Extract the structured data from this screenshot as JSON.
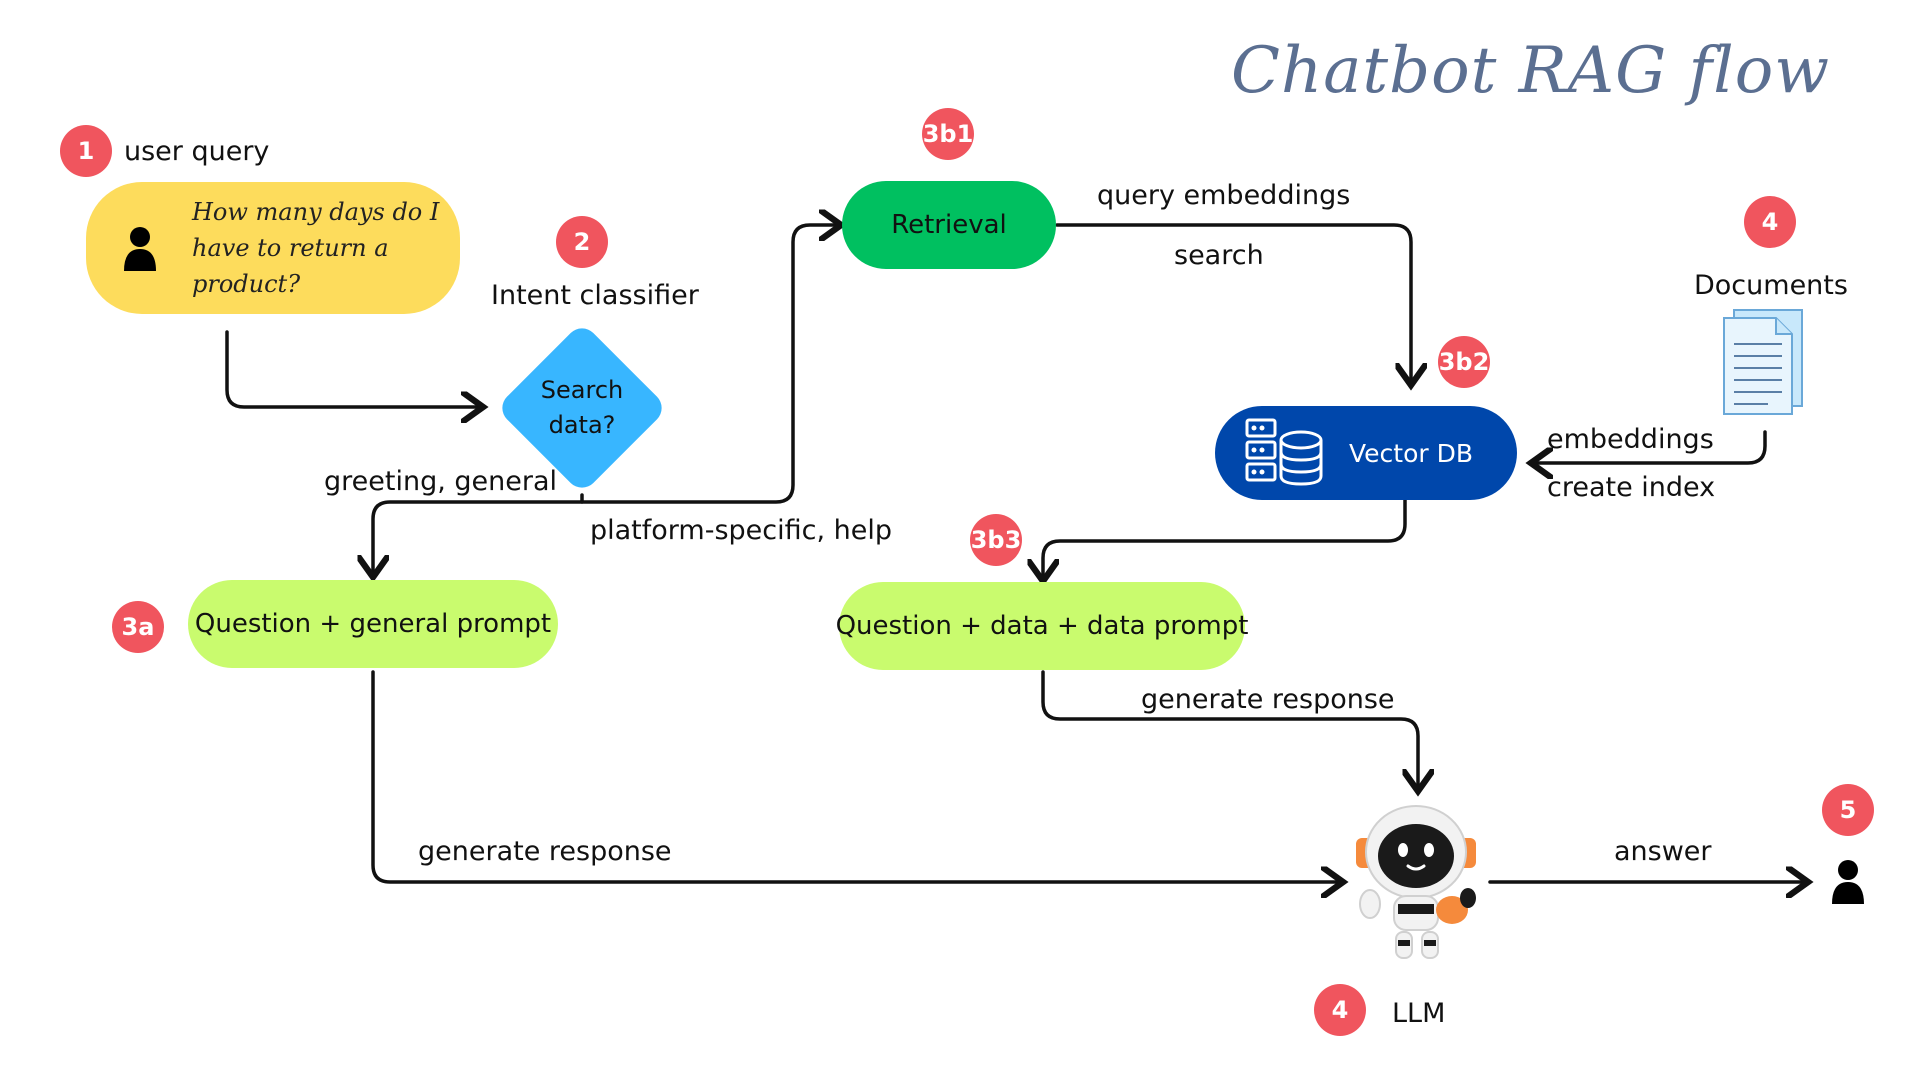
{
  "title": "Chatbot RAG flow",
  "badges": {
    "b1": "1",
    "b2": "2",
    "b3a": "3a",
    "b3b1": "3b1",
    "b3b2": "3b2",
    "b3b3": "3b3",
    "b4_docs": "4",
    "b4_llm": "4",
    "b5": "5"
  },
  "user_query_label": "user query",
  "query_lines": [
    "How many days do I",
    "have to return a",
    "product?"
  ],
  "intent_classifier_label": "Intent classifier",
  "decision_lines": [
    "Search",
    "data?"
  ],
  "retrieval_label": "Retrieval",
  "vector_db_label": "Vector DB",
  "documents_label": "Documents",
  "general_prompt_label": "Question + general prompt",
  "data_prompt_label": "Question + data + data prompt",
  "llm_label": "LLM",
  "edges": {
    "query_embeddings": "query embeddings",
    "search": "search",
    "embeddings": "embeddings",
    "create_index": "create index",
    "greeting_general": "greeting, general",
    "platform_specific": "platform-specific, help",
    "generate_response_data": "generate response",
    "generate_response_general": "generate response",
    "answer": "answer"
  },
  "colors": {
    "badge": "#f0555e",
    "query_box": "#fddc5c",
    "decision": "#38b6ff",
    "retrieval": "#00c060",
    "vector_db": "#0047ab",
    "prompt": "#c9fb6e",
    "title": "#5b6f91"
  },
  "icons": [
    "person-icon",
    "document-icon",
    "database-icon",
    "robot-icon",
    "person-icon"
  ]
}
